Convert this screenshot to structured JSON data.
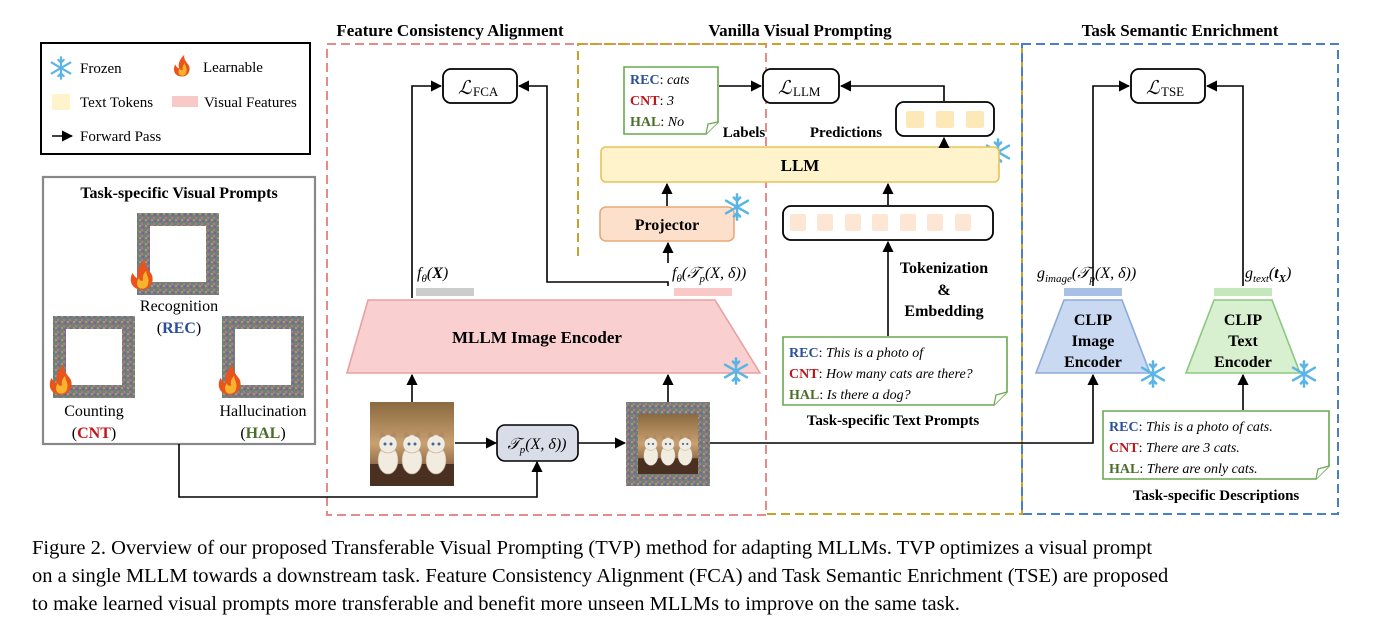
{
  "legend": {
    "frozen": "Frozen",
    "learnable": "Learnable",
    "text_tokens": "Text Tokens",
    "visual_features": "Visual Features",
    "forward_pass": "Forward Pass"
  },
  "sections": {
    "fca": "Feature Consistency Alignment",
    "vvp": "Vanilla Visual Prompting",
    "tse": "Task Semantic Enrichment"
  },
  "visual_prompts": {
    "title": "Task-specific Visual Prompts",
    "recognition": "Recognition",
    "rec": "REC",
    "counting": "Counting",
    "cnt": "CNT",
    "hallucination": "Hallucination",
    "hal": "HAL"
  },
  "losses": {
    "fca": "FCA",
    "llm": "LLM",
    "tse": "TSE"
  },
  "blocks": {
    "llm": "LLM",
    "projector": "Projector",
    "encoder": "MLLM Image Encoder",
    "clip_image": [
      "CLIP",
      "Image",
      "Encoder"
    ],
    "clip_text": [
      "CLIP",
      "Text",
      "Encoder"
    ]
  },
  "labels_box": {
    "rec_key": "REC",
    "rec_val": "cats",
    "cnt_key": "CNT",
    "cnt_val": "3",
    "hal_key": "HAL",
    "hal_val": "No"
  },
  "annotations": {
    "labels": "Labels",
    "predictions": "Predictions",
    "tokenization": "Tokenization",
    "amp": "&",
    "embedding": "Embedding",
    "f_x": "f",
    "theta": "θ",
    "bold_x": "X",
    "f_tp": "f",
    "tp_expr": "(𝒯",
    "tp_sub": "p",
    "tp_rest": "(X, δ))",
    "g_image": "g",
    "g_image_sub": "image",
    "g_text": "g",
    "g_text_sub": "text",
    "tx": "t",
    "tx_sub": "X"
  },
  "text_prompts": {
    "title": "Task-specific Text Prompts",
    "rec_key": "REC",
    "rec_val": "This is a photo of",
    "cnt_key": "CNT",
    "cnt_val": "How many cats are there?",
    "hal_key": "HAL",
    "hal_val": "Is there a dog?"
  },
  "descriptions": {
    "title": "Task-specific Descriptions",
    "rec_key": "REC",
    "rec_val": "This is a photo of cats.",
    "cnt_key": "CNT",
    "cnt_val": "There are 3 cats.",
    "hal_key": "HAL",
    "hal_val": "There are only cats."
  },
  "transform": {
    "label": "𝒯",
    "sub": "p",
    "args": "(X, δ))"
  },
  "caption": {
    "line1": "Figure 2. Overview of our proposed Transferable Visual Prompting (TVP) method for adapting MLLMs. TVP optimizes a visual prompt",
    "line2": "on a single MLLM towards a downstream task. Feature Consistency Alignment (FCA) and Task Semantic Enrichment (TSE) are proposed",
    "line3": "to make learned visual prompts more transferable and benefit more unseen MLLMs to improve on the same task."
  },
  "colors": {
    "fca_border": "#e88a8a",
    "vvp_border": "#c9a227",
    "tse_border": "#4a7fc8",
    "rec": "#2a4e9a",
    "cnt": "#c0161a",
    "hal": "#4a6e2a",
    "llm_fill": "#fff3cc",
    "projector_fill": "#fde0cc",
    "encoder_fill": "#f9d0cf",
    "clip_image_fill": "#c9d9f2",
    "clip_text_fill": "#d8f0d0"
  }
}
